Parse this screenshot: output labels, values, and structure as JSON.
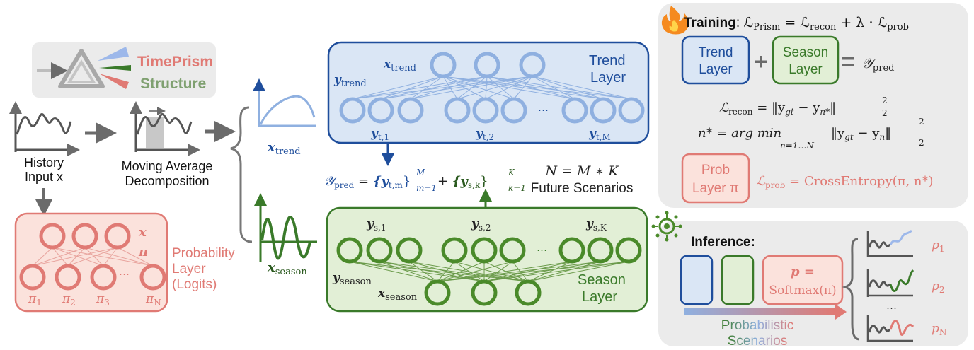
{
  "colors": {
    "trend": "#1f4e9c",
    "trend_fill": "#dae6f5",
    "trend_node": "#8fb0e0",
    "season": "#3a7a2a",
    "season_fill": "#e2efd6",
    "season_node": "#4a8a2a",
    "prob": "#e07a74",
    "prob_fill": "#fbe2dc",
    "gray": "#6b6b6b",
    "panel": "#ebebeb"
  },
  "logo": {
    "line1": "TimePrism",
    "line2": "Structure"
  },
  "left": {
    "history_label_1": "History",
    "history_label_2": "Input x",
    "ma_label_1": "Moving Average",
    "ma_label_2": "Decomposition",
    "x_trend": "x",
    "x_trend_sub": "trend",
    "x_season": "x",
    "x_season_sub": "season"
  },
  "prob_layer": {
    "pi": "π",
    "x": "x",
    "nodes": [
      "π",
      "π",
      "π",
      "π"
    ],
    "node_subs": [
      "1",
      "2",
      "3",
      "N"
    ],
    "ellipsis": "···",
    "label_1": "Probability",
    "label_2": "Layer",
    "label_3": "(Logits)"
  },
  "trend_layer": {
    "x_label": "x",
    "x_sub": "trend",
    "y_label": "y",
    "y_sub": "trend",
    "title_1": "Trend",
    "title_2": "Layer",
    "ellipsis": "···",
    "outputs": [
      {
        "base": "y",
        "sub": "t,1"
      },
      {
        "base": "y",
        "sub": "t,2"
      },
      {
        "base": "y",
        "sub": "t,M"
      }
    ]
  },
  "season_layer": {
    "x_label": "x",
    "x_sub": "season",
    "y_label": "y",
    "y_sub": "season",
    "title_1": "Season",
    "title_2": "Layer",
    "ellipsis": "···",
    "outputs": [
      {
        "base": "y",
        "sub": "s,1"
      },
      {
        "base": "y",
        "sub": "s,2"
      },
      {
        "base": "y",
        "sub": "s,K"
      }
    ]
  },
  "formula": {
    "ypred": "𝒴",
    "ypred_sub": "pred",
    "eq": " = ",
    "trend_set": "{y",
    "trend_set_sub": "t,m",
    "trend_close": "}",
    "trend_sup": "M",
    "trend_sub": "m=1",
    "plus": " + ",
    "season_set": "{y",
    "season_set_sub": "s,k",
    "season_close": "}",
    "season_sup": "K",
    "season_sub": "k=1",
    "n_eq": "N = M ∗ K",
    "future": "Future Scenarios"
  },
  "training": {
    "title": "Training",
    "colon": ": ",
    "loss": "ℒ",
    "loss_sub": "Prism",
    "loss_rhs": " = ℒ",
    "loss_rhs_sub1": "recon",
    "loss_rhs_mid": " + λ · ℒ",
    "loss_rhs_sub2": "prob",
    "trend_box_1": "Trend",
    "trend_box_2": "Layer",
    "plus": "+",
    "season_box_1": "Season",
    "season_box_2": "Layer",
    "equals": "=",
    "ypred": "𝒴",
    "ypred_sub": "pred",
    "recon_line": "ℒ",
    "recon_sub": "recon",
    "recon_rhs": " = ‖y",
    "recon_gt": "gt",
    "recon_minus": " − y",
    "recon_nstar": "n*",
    "recon_close": "‖",
    "sq": "2",
    "two": "2",
    "nstar_line": "n* = arg min",
    "nstar_under": "n=1…N",
    "nstar_rhs": "‖y",
    "nstar_gt": "gt",
    "nstar_minus": " − y",
    "nstar_n": "n",
    "nstar_close": "‖",
    "prob_box_1": "Prob",
    "prob_box_2": "Layer π",
    "prob_loss": "ℒ",
    "prob_loss_sub": "prob",
    "prob_loss_rhs": " = CrossEntropy(π, n*)"
  },
  "inference": {
    "title": "Inference:",
    "p_eq_1": "p =",
    "p_eq_2": "Softmax(π)",
    "prob_label_1": "Probabilistic",
    "prob_label_2": "Scenarios",
    "ellipsis": "···",
    "outputs": [
      {
        "base": "p",
        "sub": "1"
      },
      {
        "base": "p",
        "sub": "2"
      },
      {
        "base": "p",
        "sub": "N"
      }
    ]
  }
}
